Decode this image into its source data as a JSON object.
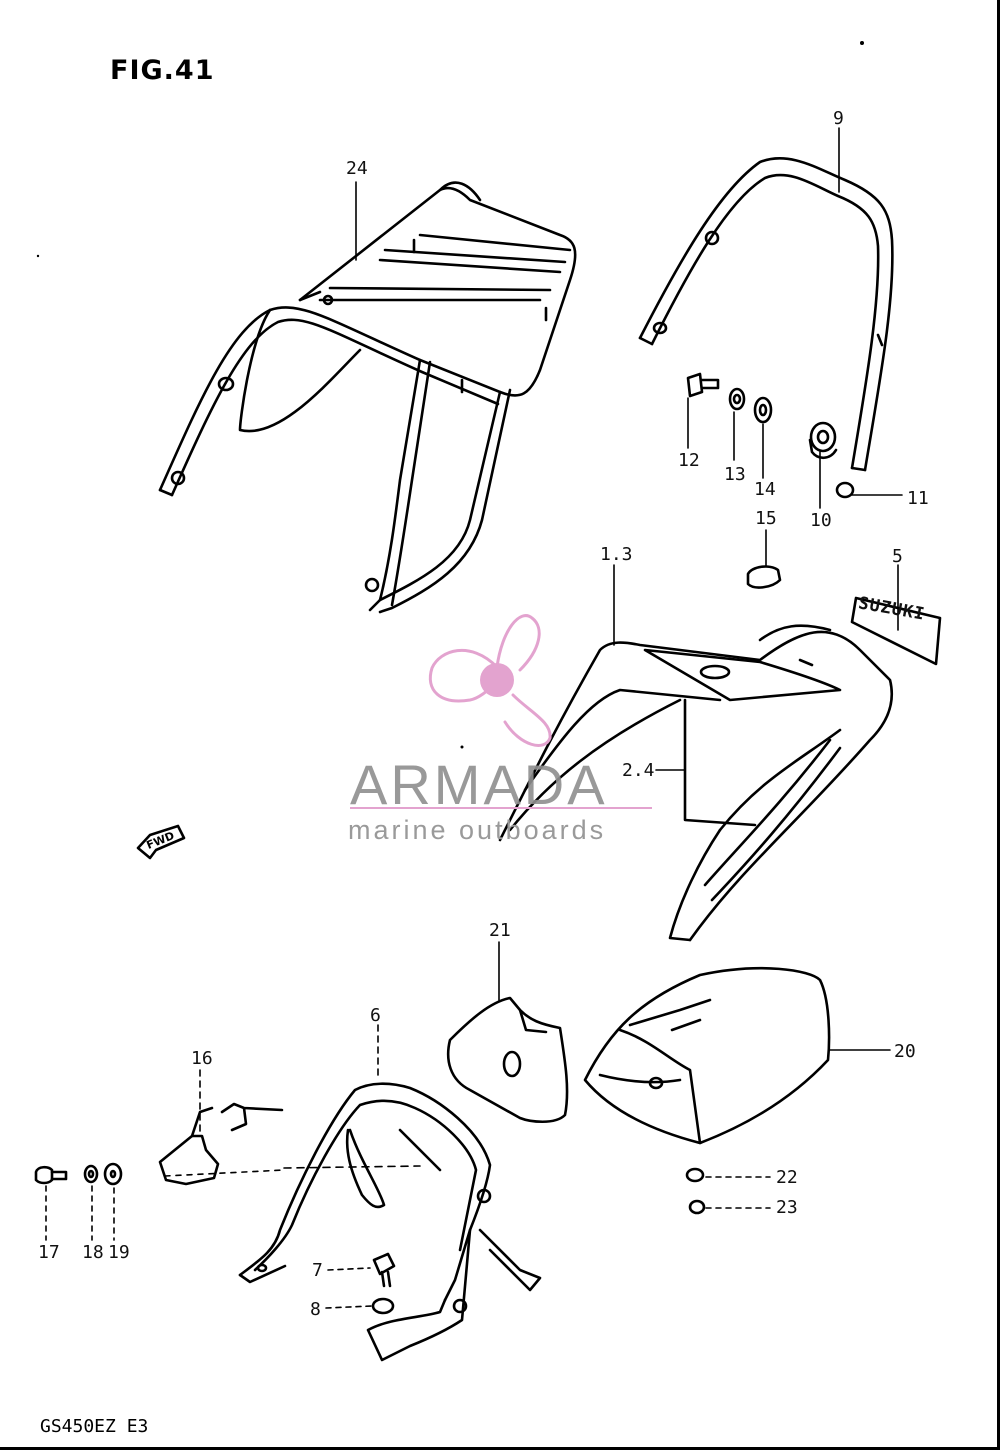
{
  "figure_title": "FIG.41",
  "model_code": "GS450EZ  E3",
  "watermark": {
    "brand": "ARMADA",
    "tagline": "marine outboards",
    "accent_color": "#e3a3cf",
    "text_color": "#8f8f8f"
  },
  "emblem_text": "SUZUKI",
  "direction_marker": "FWD",
  "part_labels": {
    "p24": "24",
    "p9": "9",
    "p12": "12",
    "p13": "13",
    "p14": "14",
    "p10": "10",
    "p11": "11",
    "p15": "15",
    "p1_3": "1.3",
    "p5": "5",
    "p2_4": "2.4",
    "p21": "21",
    "p20": "20",
    "p6": "6",
    "p16": "16",
    "p17": "17",
    "p18": "18",
    "p19": "19",
    "p7": "7",
    "p8": "8",
    "p22": "22",
    "p23": "23"
  }
}
